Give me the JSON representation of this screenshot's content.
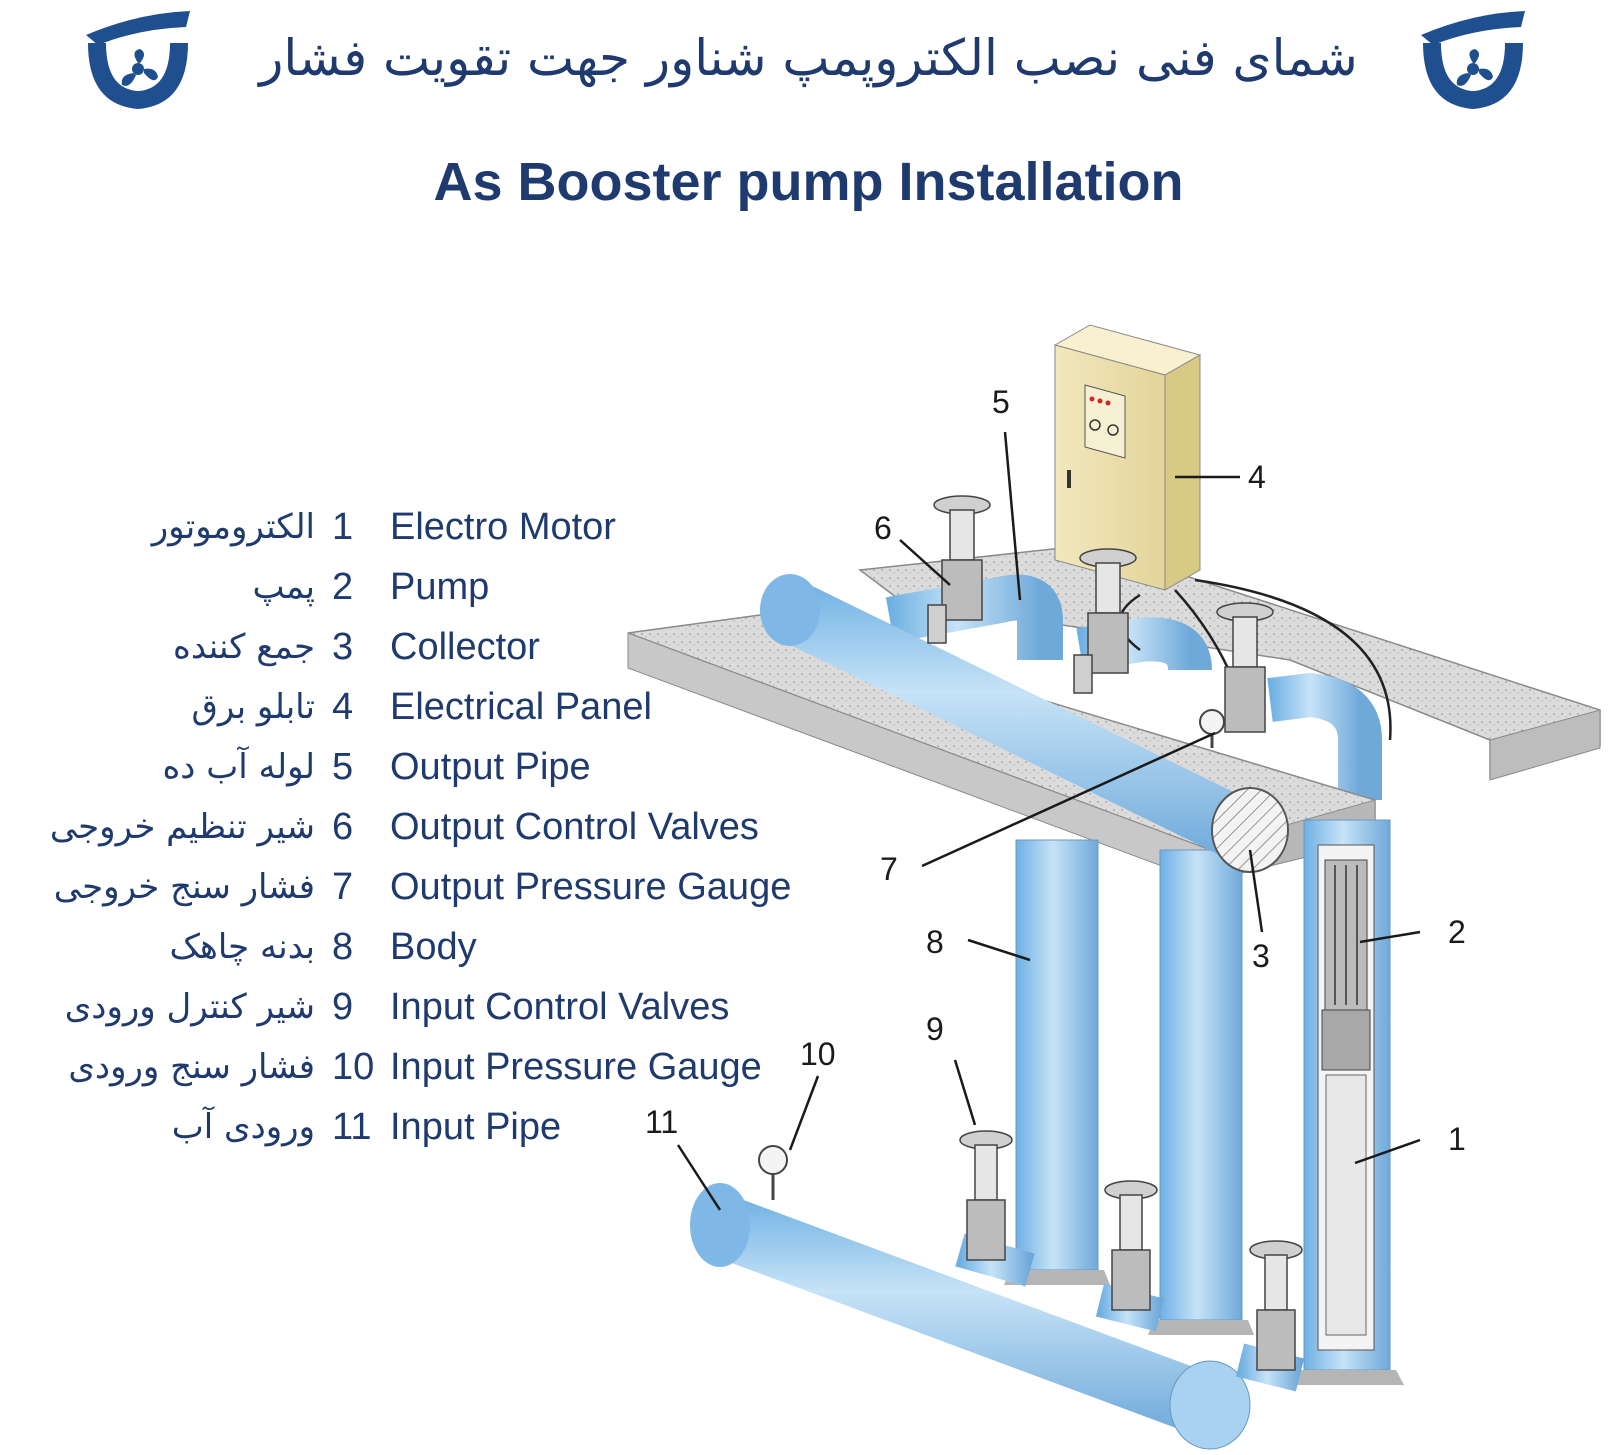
{
  "title_fa": "شمای فنی نصب الکتروپمپ شناور جهت تقویت فشار",
  "title_en": "As Booster pump Installation",
  "colors": {
    "title": "#1f3a6e",
    "pipe": "#8cc3ec",
    "pipe_light": "#c6e3f7",
    "slab": "#d9d9d9",
    "panel": "#efe3b0"
  },
  "icons": [
    "company-logo-icon"
  ],
  "legend": [
    {
      "num": "1",
      "en": "Electro Motor",
      "fa": "الکتروموتور"
    },
    {
      "num": "2",
      "en": "Pump",
      "fa": "پمپ"
    },
    {
      "num": "3",
      "en": "Collector",
      "fa": "جمع کننده"
    },
    {
      "num": "4",
      "en": "Electrical Panel",
      "fa": "تابلو برق"
    },
    {
      "num": "5",
      "en": "Output Pipe",
      "fa": "لوله آب ده"
    },
    {
      "num": "6",
      "en": "Output Control Valves",
      "fa": "شیر تنظیم خروجی"
    },
    {
      "num": "7",
      "en": "Output Pressure Gauge",
      "fa": "فشار سنج خروجی"
    },
    {
      "num": "8",
      "en": "Body",
      "fa": "بدنه چاهک"
    },
    {
      "num": "9",
      "en": "Input Control Valves",
      "fa": "شیر کنترل ورودی"
    },
    {
      "num": "10",
      "en": "Input Pressure Gauge",
      "fa": "فشار سنج ورودی"
    },
    {
      "num": "11",
      "en": "Input Pipe",
      "fa": "ورودی آب"
    }
  ],
  "callouts": [
    "1",
    "2",
    "3",
    "4",
    "5",
    "6",
    "7",
    "8",
    "9",
    "10",
    "11"
  ]
}
